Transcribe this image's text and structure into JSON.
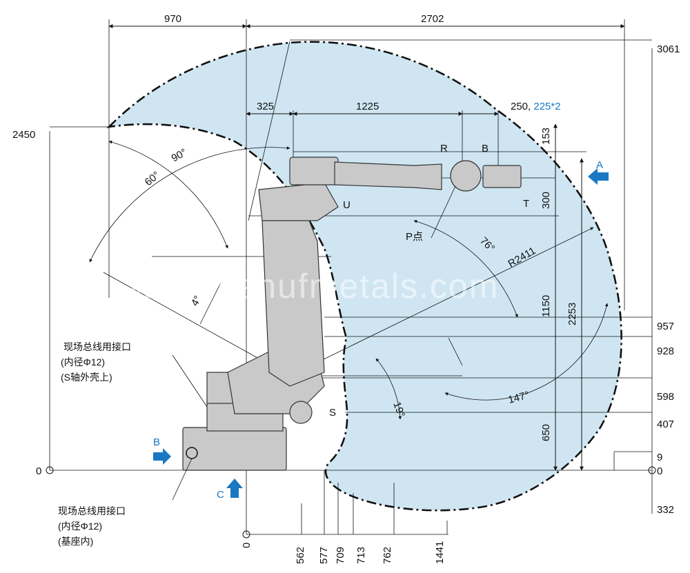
{
  "top_dims": {
    "left": "970",
    "right": "2702"
  },
  "arm_dims": {
    "offset": "325",
    "reach": "1225",
    "wrist": "250, ",
    "wrist_alt": "225*2"
  },
  "right_dims": [
    "3061",
    "153",
    "300",
    "1150",
    "2253",
    "957",
    "928",
    "598",
    "407",
    "650",
    "9",
    "0",
    "332"
  ],
  "left_dims": {
    "height": "2450",
    "origin_x": "0",
    "origin_y": "0"
  },
  "bottom_dims": [
    "562",
    "577",
    "709",
    "713",
    "762",
    "1441"
  ],
  "angles": {
    "a90": "90°",
    "a60": "60°",
    "a4": "4°",
    "a76": "76°",
    "a19": "19°",
    "a147": "147°"
  },
  "radius": "R2411",
  "axes": {
    "r": "R",
    "b": "B",
    "t": "T",
    "u": "U",
    "s": "S",
    "p": "P点"
  },
  "views": {
    "a": "A",
    "b": "B",
    "c": "C"
  },
  "note1": [
    "现场总线用接口",
    "(内径Φ12)",
    "(S轴外壳上)"
  ],
  "note2": [
    "现场总线用接口",
    "(内径Φ12)",
    "(基座内)"
  ],
  "watermark": "www.senufmetals.com",
  "colors": {
    "envelope": "#cfe6f2",
    "arrow": "#1a78c2",
    "robot": "#c9c9c9",
    "accent_text": "#1a78c2"
  }
}
